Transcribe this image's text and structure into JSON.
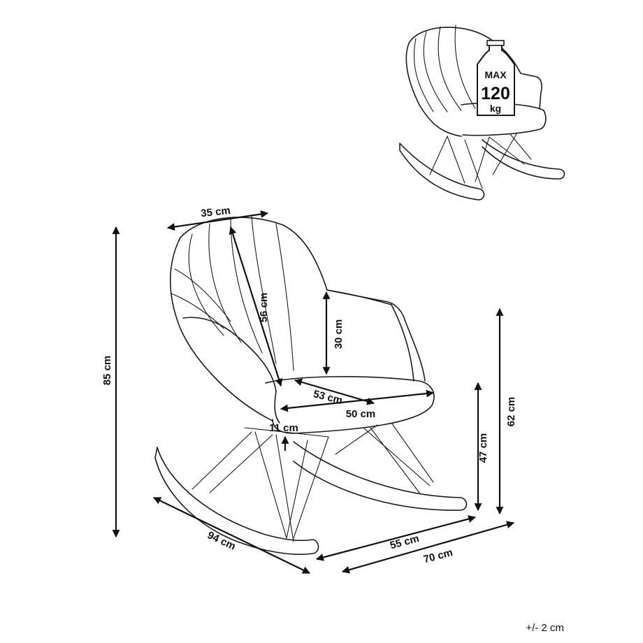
{
  "dimensions": {
    "seat_back_width": "35 cm",
    "backrest_height": "56 cm",
    "armrest_height": "30 cm",
    "seat_depth": "53 cm",
    "seat_width": "50 cm",
    "seat_thickness": "11 cm",
    "total_height": "85 cm",
    "length": "94 cm",
    "seat_height": "47 cm",
    "armrest_floor_height": "62 cm",
    "base_width": "55 cm",
    "total_width": "70 cm"
  },
  "load": {
    "max_label": "MAX",
    "max_value": "120",
    "unit": "kg"
  },
  "tolerance": "+/- 2 cm"
}
